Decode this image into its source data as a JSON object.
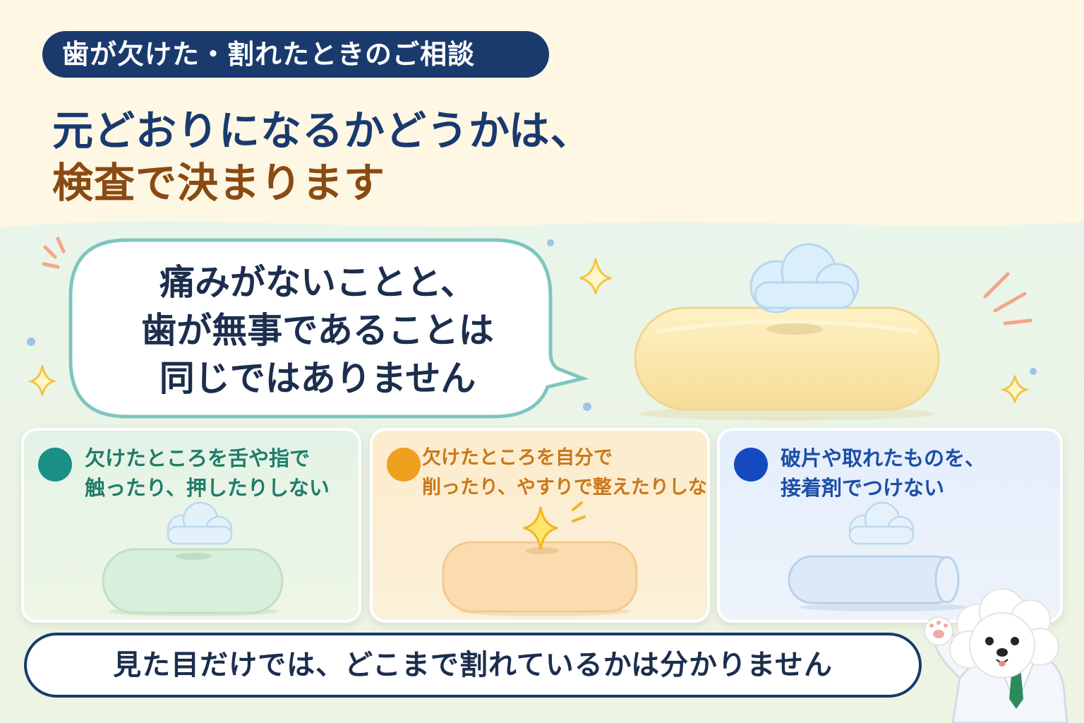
{
  "header": {
    "tag": "歯が欠けた・割れたときのご相談",
    "headline_line1": "元どおりになるかどうかは、",
    "headline_line2": "検査で決まります"
  },
  "bubble": {
    "lines": [
      "痛みがないことと、",
      "歯が無事であることは",
      "同じではありません"
    ]
  },
  "cards": [
    {
      "lines": [
        "欠けたところを舌や指で",
        "触ったり、押したりしない"
      ],
      "color": "#1a8f86",
      "text_color": "#1f7c6a"
    },
    {
      "lines": [
        "欠けたところを自分で",
        "削ったり、やすりで整えたりしない"
      ],
      "color": "#efa01e",
      "text_color": "#c9781a"
    },
    {
      "lines": [
        "破片や取れたものを、",
        "接着剤でつけない"
      ],
      "color": "#1549c0",
      "text_color": "#1d4ea8"
    }
  ],
  "footer": {
    "text": "見た目だけでは、どこまで割れているかは分かりません"
  },
  "colors": {
    "navy": "#1a3a6e",
    "brown": "#8a4a12",
    "cream": "#fdf7e4",
    "mint": "#e6f4ea"
  }
}
